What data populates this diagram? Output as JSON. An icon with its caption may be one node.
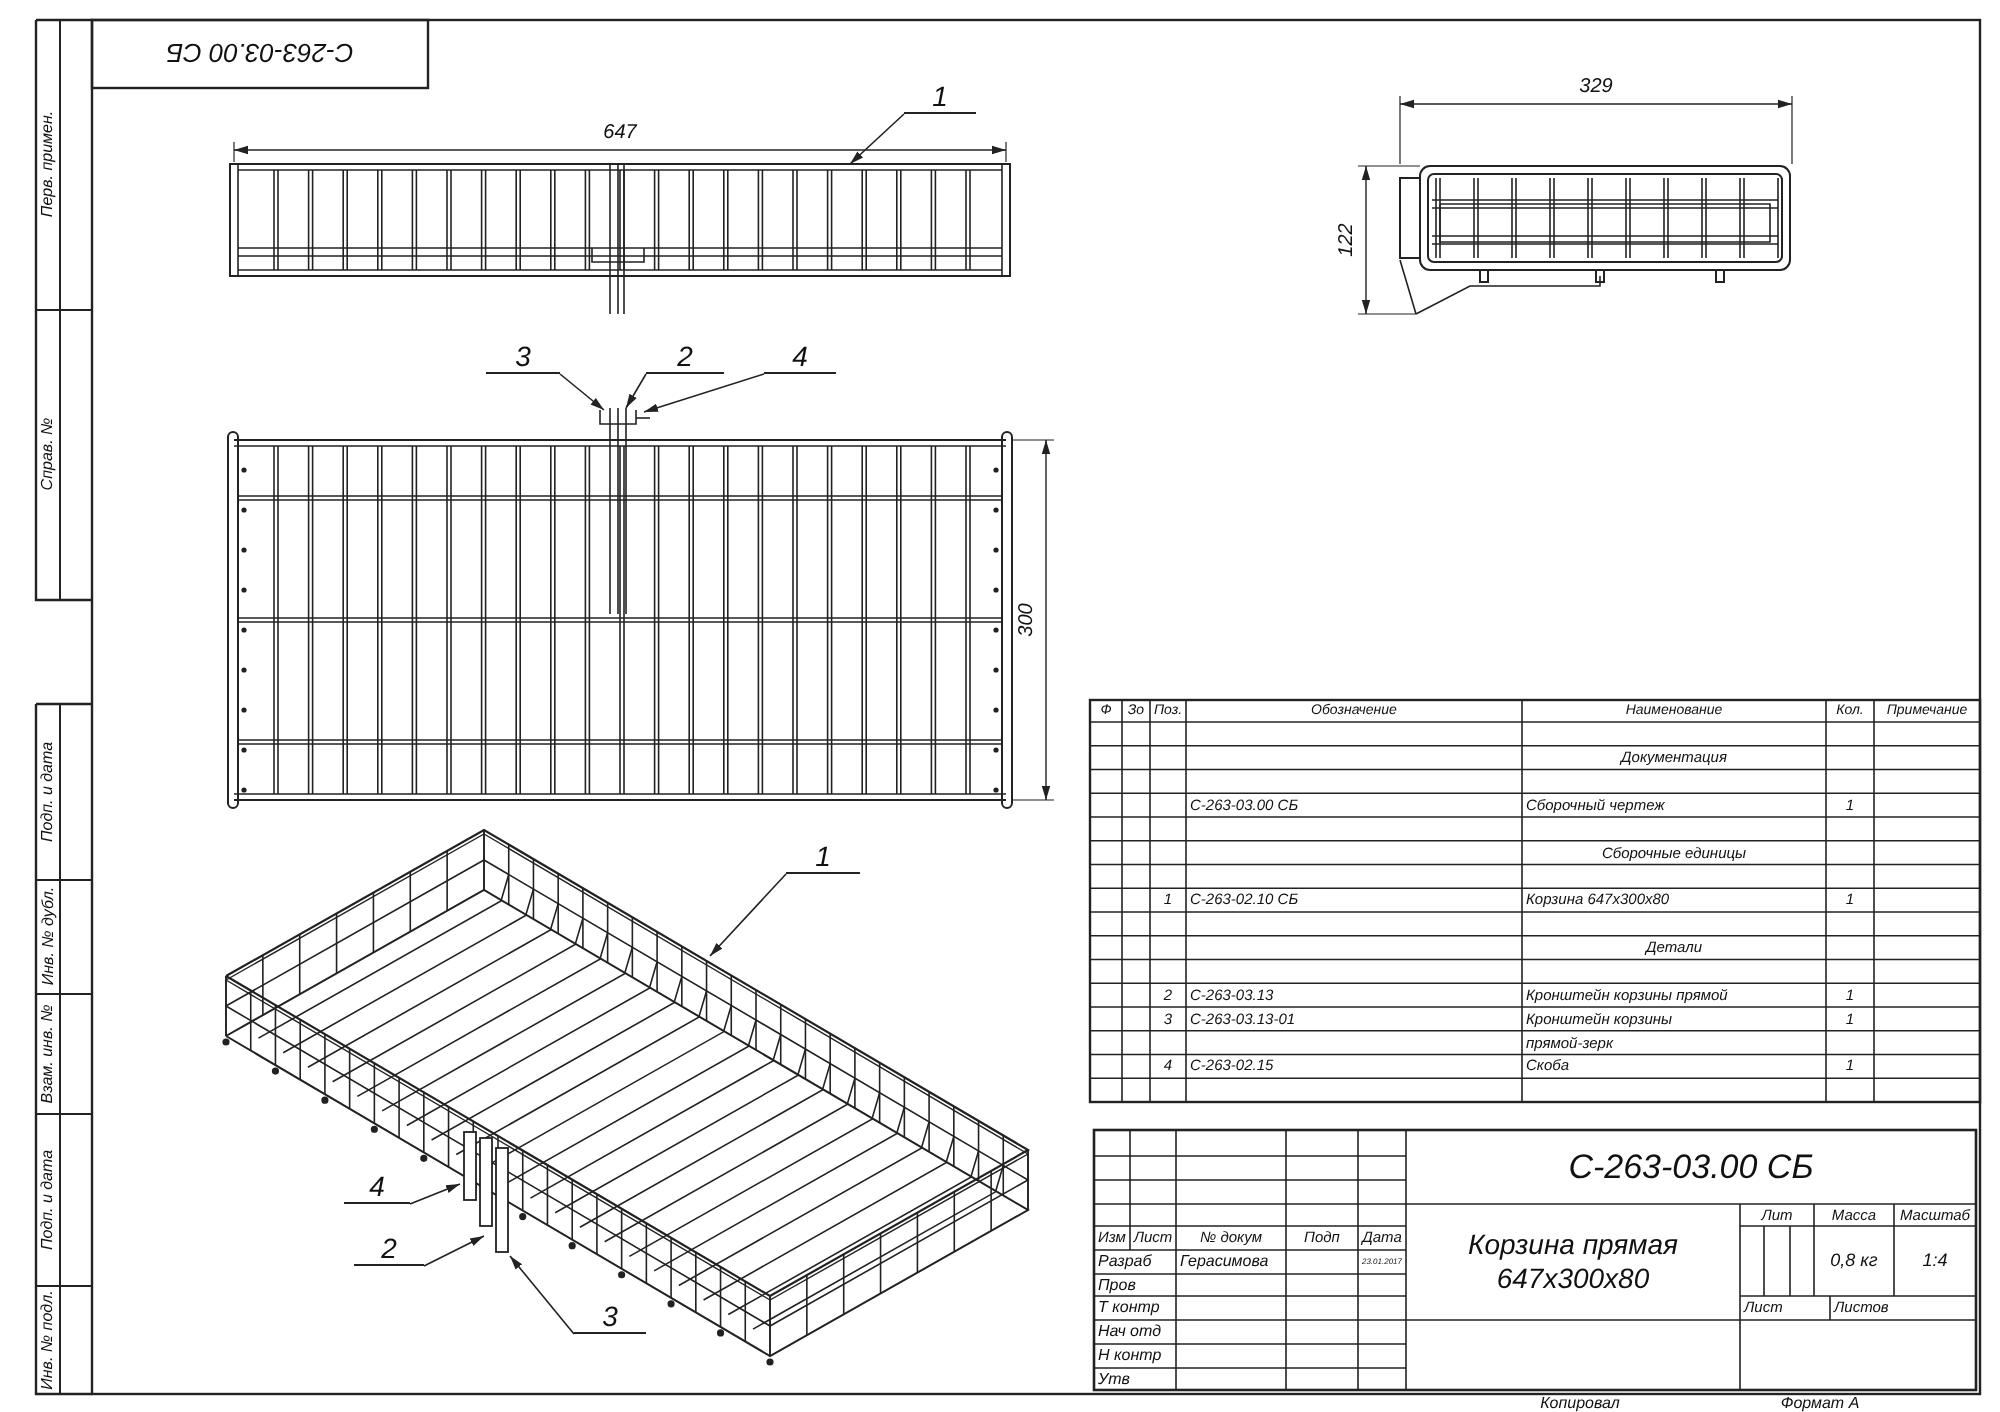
{
  "diagram": {
    "nodes": [
      {
        "text": [
          "1"
        ]
      },
      {
        "text": [
          "3"
        ]
      },
      {
        "text": [
          "2"
        ]
      },
      {
        "text": [
          "4"
        ]
      },
      {
        "text": [
          "1"
        ]
      },
      {
        "text": [
          "4"
        ]
      },
      {
        "text": [
          "2"
        ]
      },
      {
        "text": [
          "3"
        ]
      },
      {
        "text": [],
        "shape": "picture"
      },
      {
        "text": [],
        "shape": "picture"
      }
    ],
    "edges": [
      {
        "from": 0,
        "to": 8,
        "arrow": "to"
      },
      {
        "from": 1,
        "to": 9,
        "arrow": "to"
      },
      {
        "from": 2,
        "to": 9,
        "arrow": "to"
      },
      {
        "from": 3,
        "to": 9,
        "arrow": "to"
      },
      {
        "from": 4,
        "to": null,
        "arrow": "to"
      },
      {
        "from": 5,
        "to": null,
        "arrow": "to"
      },
      {
        "from": 6,
        "to": null,
        "arrow": "to"
      },
      {
        "from": 7,
        "to": null,
        "arrow": "to"
      }
    ],
    "labels": [
      "С-263-03.00 СБ",
      "Перв. примен.",
      "Справ. №",
      "Подп. и дата",
      "Инв. № дубл.",
      "Взам. инв. №",
      "Подп. и дата",
      "Инв. № подл.",
      "647",
      "329",
      "122",
      "300",
      "Ф",
      "Зо",
      "Поз.",
      "Обозначение",
      "Наименование",
      "Кол.",
      "Примечание",
      "Документация",
      "С-263-03.00 СБ",
      "Сборочный чертеж",
      "1",
      "Сборочные единицы",
      "1",
      "С-263-02.10 СБ",
      "Корзина 647х300х80",
      "1",
      "Детали",
      "2",
      "С-263-03.13",
      "Кронштейн корзины прямой",
      "1",
      "3",
      "С-263-03.13-01",
      "Кронштейн корзины",
      "1",
      "прямой-зерк",
      "4",
      "С-263-02.15",
      "Скоба",
      "1",
      "С-263-03.00 СБ",
      "Изм",
      "Лист",
      "№ докум",
      "Подп",
      "Дата",
      "Разраб",
      "Герасимова",
      "23.01.2017",
      "Пров",
      "Т контр",
      "Нач отд",
      "Н контр",
      "Утв",
      "Корзина прямая 647х300х80",
      "Лит",
      "Масса",
      "Масштаб",
      "0,8 кг",
      "1:4",
      "Лист",
      "Листов",
      "Копировал",
      "Формат А"
    ]
  }
}
